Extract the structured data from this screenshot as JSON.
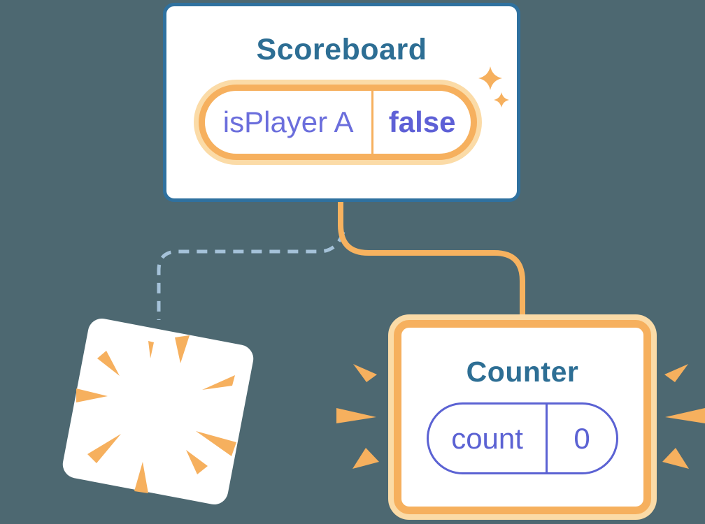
{
  "diagram_title": "component-state-preservation-diagram",
  "scoreboard_card": {
    "title": "Scoreboard",
    "state_pill": {
      "key": "isPlayer A",
      "value": "false"
    }
  },
  "counter_card": {
    "title": "Counter",
    "state_pill": {
      "key": "count",
      "value": "0"
    }
  },
  "destroyed_card": {
    "label": "destroyed-component"
  },
  "icons": {
    "sparkles": "two four-point stars marking new state",
    "explosion_burst": "orange poof rays on destroyed component",
    "emphasis_rays": "orange emphasis strokes around Counter card"
  },
  "colors": {
    "background": "#4d6871",
    "card_border_blue": "#2f719f",
    "title_blue": "#2d6e94",
    "accent_orange": "#f6b05e",
    "accent_orange_light": "#fbdba7",
    "state_key_purple": "#6b6edc",
    "state_value_purple": "#5e60d6",
    "counter_purple": "#5b62d3",
    "dashed_line_blue": "#a5c2d9"
  }
}
